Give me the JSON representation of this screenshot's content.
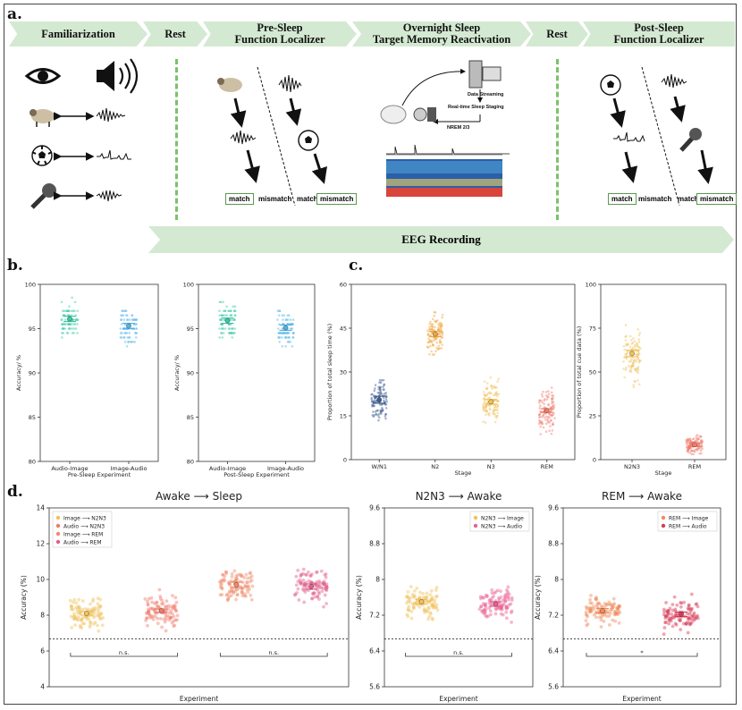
{
  "panel_labels": {
    "a": "a.",
    "b": "b.",
    "c": "c.",
    "d": "d."
  },
  "stages": [
    "Familiarization",
    "Rest",
    "Pre-Sleep\nFunction Localizer",
    "Overnight Sleep\nTarget Memory Reactivation",
    "Rest",
    "Post-Sleep\nFunction Localizer"
  ],
  "eeg_label": "EEG Recording",
  "task": {
    "match": "match",
    "mismatch": "mismatch"
  },
  "pipeline": {
    "streaming": "Data Streaming",
    "staging": "Real-time Sleep Staging",
    "nrem": "NREM 2/3"
  },
  "colors": {
    "stage_bg": "#d4e9d2",
    "dash": "#7bc26b",
    "teal": "#3cc7a6",
    "blue": "#54b3e6",
    "navy": "#3b5c8f",
    "orange": "#f0a53a",
    "gold": "#f0c25a",
    "coral": "#ef7b6a",
    "pink": "#e86090",
    "red": "#d63a55"
  },
  "icons": [
    "eye-icon",
    "speaker-icon",
    "sheep-icon",
    "soccer-ball-icon",
    "microphone-icon",
    "waveform-icon",
    "computer-icon"
  ],
  "chart_data": [
    {
      "id": "b1",
      "type": "scatter",
      "title": "",
      "xlabel": "Pre-Sleep Experiment",
      "ylabel": "Accuracy/ %",
      "ylim": [
        80,
        100
      ],
      "yticks": [
        80,
        85,
        90,
        95,
        100
      ],
      "categories": [
        "Audio-Image",
        "Image-Audio"
      ],
      "means": [
        96.1,
        95.3
      ],
      "sems": [
        0.3,
        0.3
      ],
      "colors": [
        "#3cc7a6",
        "#54b3e6"
      ]
    },
    {
      "id": "b2",
      "type": "scatter",
      "title": "",
      "xlabel": "Post-Sleep Experiment",
      "ylabel": "Accuracy/ %",
      "ylim": [
        80,
        100
      ],
      "yticks": [
        80,
        85,
        90,
        95,
        100
      ],
      "categories": [
        "Audio-Image",
        "Image-Audio"
      ],
      "means": [
        95.9,
        95.1
      ],
      "sems": [
        0.3,
        0.3
      ],
      "colors": [
        "#3cc7a6",
        "#54b3e6"
      ]
    },
    {
      "id": "c1",
      "type": "scatter",
      "title": "",
      "xlabel": "Stage",
      "ylabel": "Proportion of total sleep time (%)",
      "ylim": [
        0,
        60
      ],
      "yticks": [
        0,
        15,
        30,
        45,
        60
      ],
      "categories": [
        "W/N1",
        "N2",
        "N3",
        "REM"
      ],
      "means": [
        20.5,
        43.0,
        19.8,
        16.8
      ],
      "sems": [
        1.2,
        0.9,
        0.8,
        0.6
      ],
      "colors": [
        "#3b5c8f",
        "#f0a53a",
        "#f0c25a",
        "#ef7b6a"
      ]
    },
    {
      "id": "c2",
      "type": "scatter",
      "title": "",
      "xlabel": "Stage",
      "ylabel": "Proportion of total cue data (%)",
      "ylim": [
        0,
        100
      ],
      "yticks": [
        0,
        25,
        50,
        75,
        100
      ],
      "categories": [
        "N2N3",
        "REM"
      ],
      "means": [
        60.5,
        8.5
      ],
      "sems": [
        1.8,
        0.8
      ],
      "colors": [
        "#f0c25a",
        "#ef7b6a"
      ]
    },
    {
      "id": "d1",
      "type": "scatter",
      "title": "Awake ⟶ Sleep",
      "xlabel": "Experiment",
      "ylabel": "Accuracy (%)",
      "ylim": [
        4,
        14
      ],
      "yticks": [
        4,
        6,
        8,
        10,
        12,
        14
      ],
      "chance": 6.67,
      "categories": [
        "Image ⟶ N2N3",
        "Audio ⟶ N2N3",
        "Image ⟶ REM",
        "Audio ⟶ REM"
      ],
      "means": [
        8.1,
        8.25,
        9.7,
        9.6
      ],
      "sems": [
        0.1,
        0.1,
        0.15,
        0.15
      ],
      "colors": [
        "#f0c25a",
        "#ef7b6a",
        "#f08a6a",
        "#e0608a"
      ],
      "legend": [
        "Image ⟶ N2N3",
        "Audio ⟶ N2N3",
        "Image ⟶ REM",
        "Audio ⟶ REM"
      ],
      "legend_pos": "top-left",
      "sig": [
        {
          "pair": [
            0,
            1
          ],
          "label": "n.s."
        },
        {
          "pair": [
            2,
            3
          ],
          "label": "n.s."
        }
      ]
    },
    {
      "id": "d2",
      "type": "scatter",
      "title": "N2N3 ⟶ Awake",
      "xlabel": "Experiment",
      "ylabel": "Accuracy (%)",
      "ylim": [
        5.6,
        9.6
      ],
      "yticks": [
        5.6,
        6.4,
        7.2,
        8.0,
        8.8,
        9.6
      ],
      "chance": 6.67,
      "categories": [
        "N2N3 ⟶ Image",
        "N2N3 ⟶ Audio"
      ],
      "means": [
        7.5,
        7.45
      ],
      "sems": [
        0.05,
        0.05
      ],
      "colors": [
        "#f0c25a",
        "#e86090"
      ],
      "legend": [
        "N2N3 ⟶ Image",
        "N2N3 ⟶ Audio"
      ],
      "legend_pos": "top-right",
      "sig": [
        {
          "pair": [
            0,
            1
          ],
          "label": "n.s."
        }
      ]
    },
    {
      "id": "d3",
      "type": "scatter",
      "title": "REM ⟶ Awake",
      "xlabel": "Experiment",
      "ylabel": "Accuracy (%)",
      "ylim": [
        5.6,
        9.6
      ],
      "yticks": [
        5.6,
        6.4,
        7.2,
        8.0,
        8.8,
        9.6
      ],
      "chance": 6.67,
      "categories": [
        "REM ⟶ Image",
        "REM ⟶ Audio"
      ],
      "means": [
        7.3,
        7.22
      ],
      "sems": [
        0.05,
        0.05
      ],
      "colors": [
        "#f08a5a",
        "#d63a55"
      ],
      "legend": [
        "REM ⟶ Image",
        "REM ⟶ Audio"
      ],
      "legend_pos": "top-right",
      "sig": [
        {
          "pair": [
            0,
            1
          ],
          "label": "*"
        }
      ]
    }
  ]
}
